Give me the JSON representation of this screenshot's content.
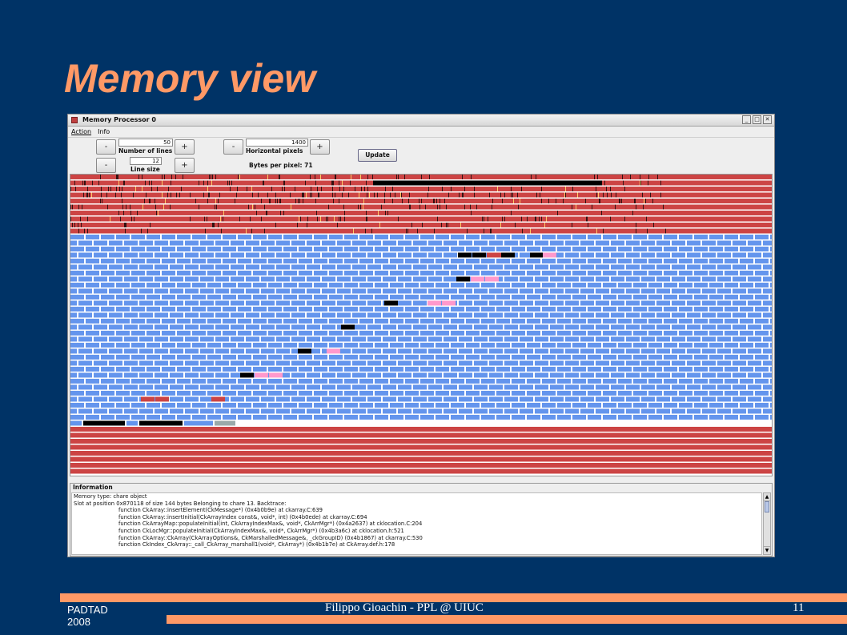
{
  "slide": {
    "title": "Memory view",
    "footer_left_line1": "PADTAD",
    "footer_left_line2": "2008",
    "footer_center": "Filippo Gioachin - PPL @ UIUC",
    "page_number": "11"
  },
  "window": {
    "title": "Memory Processor 0",
    "menu": [
      "Action",
      "Info"
    ],
    "controls": {
      "lines_value": "50",
      "lines_label": "Number of lines",
      "line_size_value": "12",
      "line_size_label": "Line size",
      "hpixels_value": "1400",
      "hpixels_label": "Horizontal pixels",
      "bytes_per_pixel_label": "Bytes per pixel: 71",
      "minus": "-",
      "plus": "+",
      "update_label": "Update"
    },
    "info": {
      "title": "Information",
      "lines": [
        "Memory type: chare object",
        "Slot at position 0x870118 of size 144 bytes Belonging to chare 13. Backtrace:",
        "function CkArray::insertElement(CkMessage*) (0x4b0b9e) at ckarray.C:639",
        "function CkArray::insertInitial(CkArrayIndex const&, void*, int) (0x4b0ede) at ckarray.C:694",
        "function CkArrayMap::populateInitial(int, CkArrayIndexMax&, void*, CkArrMgr*) (0x4a2637) at cklocation.C:204",
        "function CkLocMgr::populateInitial(CkArrayIndexMax&, void*, CkArrMgr*) (0x4b3a6c) at cklocation.h:521",
        "function CkArray::CkArray(CkArrayOptions&, CkMarshalledMessage&, _ckGroupID) (0x4b1867) at ckarray.C:530",
        "function CkIndex_CkArray::_call_CkArray_marshall1(void*, CkArray*) (0x4b1b7e) at CkArray.def.h:178"
      ]
    }
  },
  "colors": {
    "background": "#003366",
    "accent": "#ff9966",
    "red_block": "#cc4444",
    "blue_block": "#6495ed",
    "pink_block": "#ff99cc",
    "black_block": "#000000"
  }
}
